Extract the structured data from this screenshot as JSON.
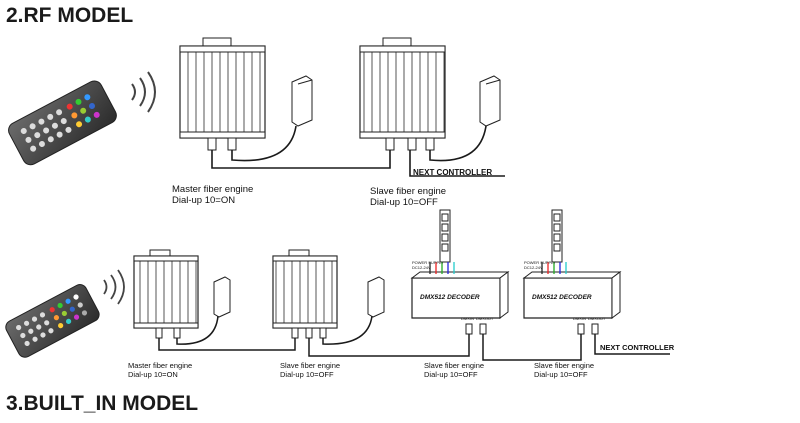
{
  "rf_section": {
    "heading": "2.RF MODEL",
    "master": {
      "line1": "Master fiber engine",
      "line2": "Dial-up  10=ON"
    },
    "slave": {
      "line1": "Slave fiber engine",
      "line2": "Dial-up  10=OFF"
    },
    "next_controller": "NEXT CONTROLLER"
  },
  "builtin_section": {
    "heading": "3.BUILT_IN MODEL",
    "master": {
      "line1": "Master fiber engine",
      "line2": "Dial-up  10=ON"
    },
    "slave1": {
      "line1": "Slave fiber engine",
      "line2": "Dial-up  10=OFF"
    },
    "slave2": {
      "line1": "Slave fiber engine",
      "line2": "Dial-up  10=OFF"
    },
    "slave3": {
      "line1": "Slave fiber engine",
      "line2": "Dial-up  10=OFF"
    },
    "decoder_label": "DMX512 DECODER",
    "power_supply_label": "POWER SUPPLY",
    "power_supply_voltage": "DC12-24V",
    "dmx_in_label": "DMXIN",
    "dmx_out_label": "DMXOUT",
    "next_controller": "NEXT CONTROLLER"
  },
  "colors": {
    "line": "#1a1a1a",
    "fin": "#555555",
    "remote_body": "#3a3a3a"
  },
  "icons": [
    "remote-control-icon",
    "wireless-signal-icon",
    "power-adapter-icon",
    "fiber-engine-icon",
    "dmx-decoder-icon"
  ]
}
